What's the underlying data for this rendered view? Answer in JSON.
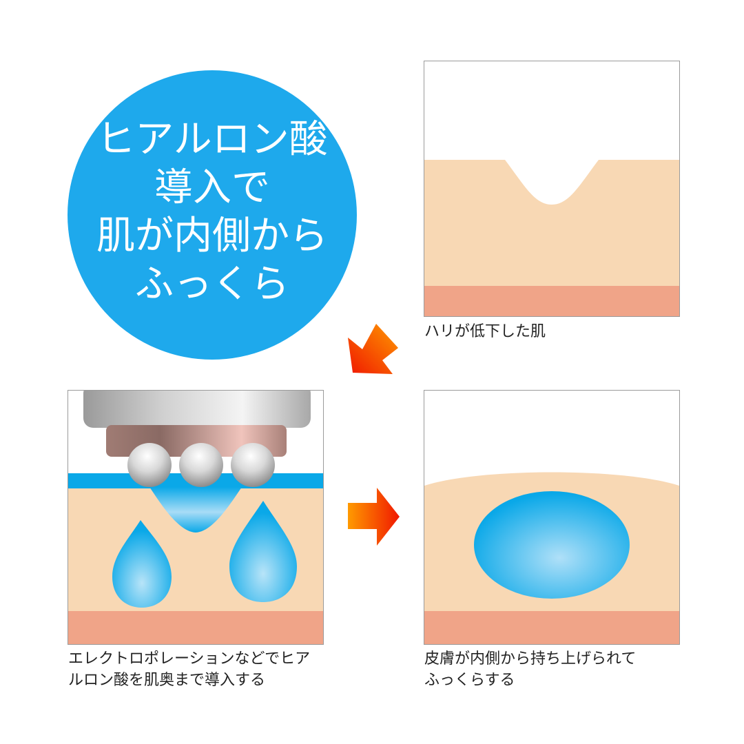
{
  "headline": {
    "lines": [
      "ヒアルロン酸",
      "導入で",
      "肌が内側から",
      "ふっくら"
    ],
    "bg_color": "#1ea9ec",
    "text_color": "#ffffff"
  },
  "panels": [
    {
      "id": "before",
      "caption_lines": [
        "ハリが低下した肌"
      ]
    },
    {
      "id": "process",
      "caption_lines": [
        "エレクトロポレーションなどでヒア",
        "ルロン酸を肌奥まで導入する"
      ]
    },
    {
      "id": "after",
      "caption_lines": [
        "皮膚が内側から持ち上げられて",
        "ふっくらする"
      ]
    }
  ],
  "arrows": [
    {
      "id": "arrow-down-left",
      "direction": "down-left"
    },
    {
      "id": "arrow-right",
      "direction": "right"
    }
  ],
  "colors": {
    "skin": "#f8d8b4",
    "dermis": "#f0a488",
    "water": "#0aa8e8",
    "water_light": "#a8dcf6",
    "arrow_start": "#ff9000",
    "arrow_end": "#f01c00",
    "border": "#9a9a9a"
  }
}
